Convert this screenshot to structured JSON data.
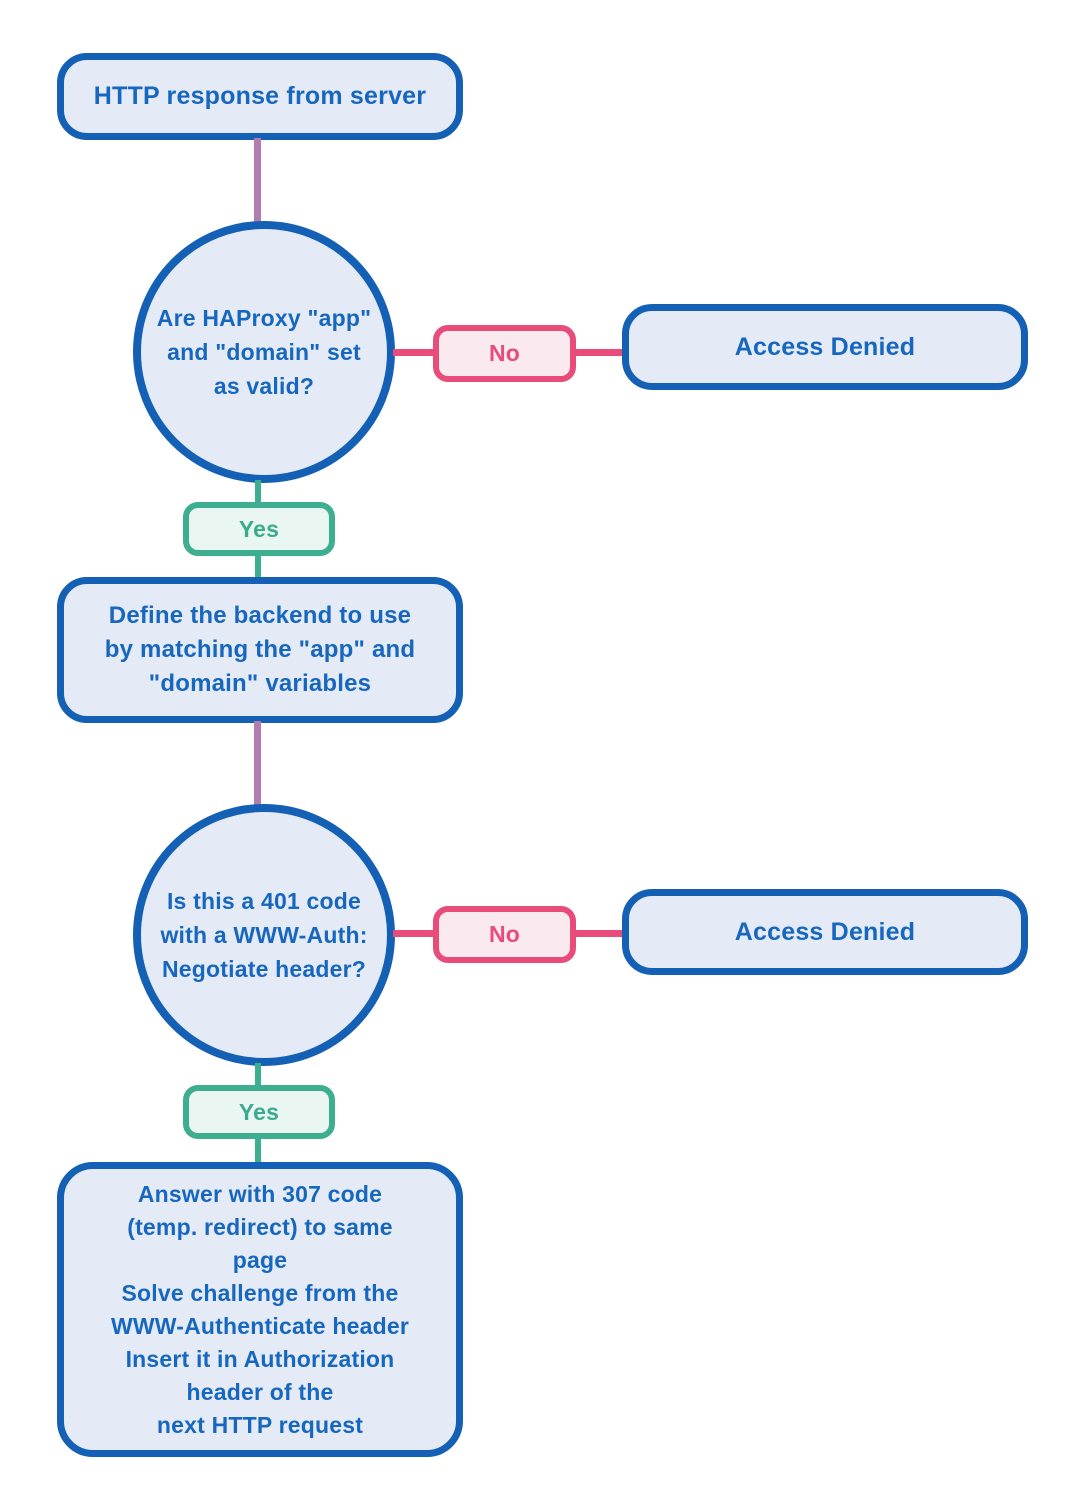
{
  "title": "HAProxy authentication flowchart",
  "colors": {
    "node_border_blue": "#1360b4",
    "node_fill_blue": "#e4ebf7",
    "node_text_blue": "#1767be",
    "no_pink": "#e74c7b",
    "no_fill_pink": "#fbe9f0",
    "yes_green": "#3eae90",
    "yes_fill_green": "#e9f6f1",
    "connector_purple": "#b07cb2",
    "background": "#ffffff"
  },
  "flowchart": {
    "start": "HTTP response from server",
    "decision1": "Are HAProxy \"app\"\nand \"domain\" set\nas valid?",
    "no1": "No",
    "access_denied1": "Access Denied",
    "yes1": "Yes",
    "process1": "Define the backend to use\nby matching the \"app\" and\n\"domain\" variables",
    "decision2": "Is this a 401 code\nwith a WWW-Auth:\nNegotiate header?",
    "no2": "No",
    "access_denied2": "Access Denied",
    "yes2": "Yes",
    "process2": "Answer with 307 code\n(temp. redirect) to same\npage\nSolve challenge from the\nWWW-Authenticate header\nInsert it in Authorization\nheader of the\nnext HTTP request"
  }
}
